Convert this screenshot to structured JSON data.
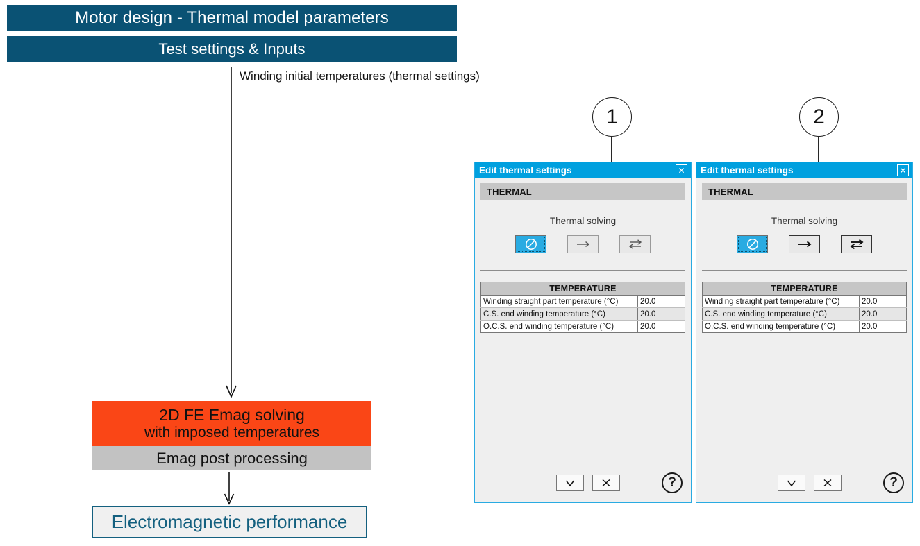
{
  "header": {
    "title": "Motor design - Thermal model parameters",
    "subtitle": "Test settings & Inputs"
  },
  "flow": {
    "branch_label": "Winding initial temperatures (thermal settings)",
    "emag_line1": "2D FE Emag solving",
    "emag_line2": "with imposed temperatures",
    "post_processing": "Emag post processing",
    "result": "Electromagnetic performance",
    "colors": {
      "header_bar": "#0A5274",
      "emag_box": "#FA4616",
      "post_box": "#C2C2C2",
      "result_text": "#14607F",
      "result_fill": "#F0F0F0"
    }
  },
  "callouts": [
    {
      "label": "1"
    },
    {
      "label": "2"
    }
  ],
  "dialogs": [
    {
      "title": "Edit thermal settings",
      "close_label": "✕",
      "section": "THERMAL",
      "fieldset_legend": "Thermal solving",
      "modes": [
        {
          "name": "no-thermal-solving",
          "glyph": "null",
          "state": "active"
        },
        {
          "name": "one-way-coupling",
          "glyph": "arrow-right",
          "state": "normal"
        },
        {
          "name": "two-way-coupling",
          "glyph": "arrows-exchange",
          "state": "normal"
        }
      ],
      "table": {
        "header": "TEMPERATURE",
        "rows": [
          {
            "label": "Winding straight part temperature (°C)",
            "value": "20.0"
          },
          {
            "label": "C.S. end winding temperature (°C)",
            "value": "20.0"
          },
          {
            "label": "O.C.S. end winding temperature (°C)",
            "value": "20.0"
          }
        ]
      },
      "footer": {
        "ok_label": "✓",
        "cancel_label": "✕",
        "help_label": "?"
      }
    },
    {
      "title": "Edit thermal settings",
      "close_label": "✕",
      "section": "THERMAL",
      "fieldset_legend": "Thermal solving",
      "modes": [
        {
          "name": "no-thermal-solving",
          "glyph": "null",
          "state": "active"
        },
        {
          "name": "one-way-coupling",
          "glyph": "arrow-right",
          "state": "enabled"
        },
        {
          "name": "two-way-coupling",
          "glyph": "arrows-exchange",
          "state": "enabled"
        }
      ],
      "table": {
        "header": "TEMPERATURE",
        "rows": [
          {
            "label": "Winding straight part temperature (°C)",
            "value": "20.0"
          },
          {
            "label": "C.S. end winding temperature (°C)",
            "value": "20.0"
          },
          {
            "label": "O.C.S. end winding temperature (°C)",
            "value": "20.0"
          }
        ]
      },
      "footer": {
        "ok_label": "✓",
        "cancel_label": "✕",
        "help_label": "?"
      }
    }
  ],
  "theme": {
    "dialog_accent": "#00A0DF",
    "dialog_bg": "#EFEFEF",
    "section_bg": "#C6C6C6"
  }
}
